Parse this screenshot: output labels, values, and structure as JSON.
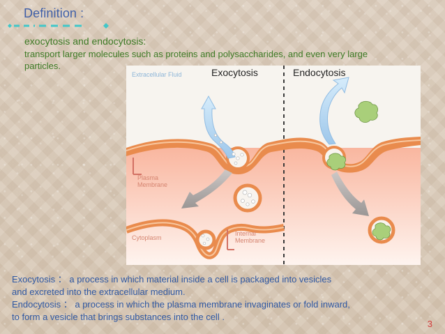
{
  "slide": {
    "title": "Definition :",
    "heading": "exocytosis and endocytosis:",
    "description": "transport larger molecules such as proteins and polysaccharides, and even very large particles.",
    "page_number": "3"
  },
  "figure": {
    "exocytosis_label": "Exocytosis",
    "endocytosis_label": "Endocytosis",
    "extracellular_fluid": "Extracellular Fluid",
    "plasma_membrane": "Plasma Membrane",
    "cytoplasm": "Cytoplasm",
    "internal_membrane": "Internal Membrane"
  },
  "definitions": {
    "exocytosis_term": "Exocytosis",
    "exocytosis_sep": "：",
    "exocytosis_text_1": "a process in which material inside a cell is packaged into vesicles",
    "exocytosis_text_2": "and excreted into the extracellular medium.",
    "endocytosis_term": "Endocytosis",
    "endocytosis_sep": "：",
    "endocytosis_text_1": "a process in which the plasma membrane invaginates or fold inward,",
    "endocytosis_text_2": "to form a vesicle that brings substances into the cell ."
  },
  "colors": {
    "title": "#3f5fa8",
    "green_text": "#3d7a25",
    "blue_text": "#2e57a2",
    "membrane": "#e98b4d",
    "arrow_blue": "#b9dbf3",
    "page_number": "#d33b3b"
  }
}
